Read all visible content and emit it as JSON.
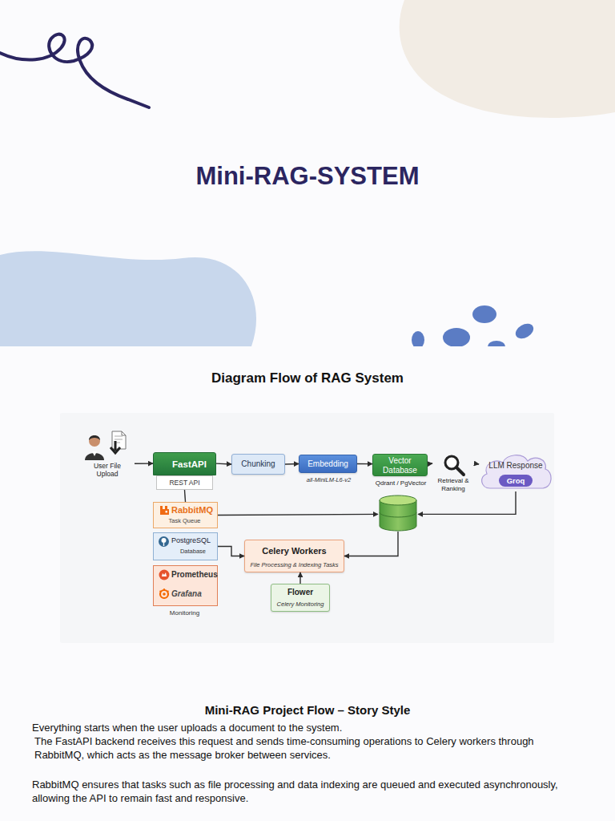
{
  "diagram": {
    "title": "Mini-RAG-SYSTEM",
    "nodes": [
      {
        "text": [
          "User File Upload"
        ]
      },
      {
        "text": [
          "FastAPI",
          "REST API"
        ]
      },
      {
        "text": [
          "Chunking"
        ]
      },
      {
        "text": [
          "Embedding",
          "all-MiniLM-L6-v2"
        ]
      },
      {
        "text": [
          "Vector Database",
          "Qdrant / PgVector"
        ]
      },
      {
        "text": [
          "Retrieval & Ranking"
        ]
      },
      {
        "text": [
          "LLM Response",
          "Groq"
        ]
      },
      {
        "text": [
          "RabbitMQ",
          "Task Queue"
        ]
      },
      {
        "text": []
      },
      {
        "text": [
          "PostgreSQL",
          "Database"
        ]
      },
      {
        "text": [
          "Celery Workers",
          "File Processing & Indexing Tasks"
        ]
      },
      {
        "text": [
          "Prometheus",
          "Grafana",
          "Monitoring"
        ]
      },
      {
        "text": [
          "Flower",
          "Celery Monitoring"
        ]
      }
    ],
    "edges": [
      {
        "from": 0,
        "to": 1,
        "arrow": "to"
      },
      {
        "from": 1,
        "to": 2,
        "arrow": "to"
      },
      {
        "from": 2,
        "to": 3,
        "arrow": "to"
      },
      {
        "from": 3,
        "to": 4,
        "arrow": "to"
      },
      {
        "from": 4,
        "to": 5,
        "arrow": "to"
      },
      {
        "from": 5,
        "to": 6,
        "arrow": "to"
      },
      {
        "from": 1,
        "to": 7,
        "arrow": "none"
      },
      {
        "from": 7,
        "to": 8,
        "arrow": "to"
      },
      {
        "from": 6,
        "to": 8,
        "arrow": "to"
      },
      {
        "from": 8,
        "to": 10,
        "arrow": "to"
      },
      {
        "from": 9,
        "to": 10,
        "arrow": "to"
      },
      {
        "from": 12,
        "to": 10,
        "arrow": "to"
      }
    ],
    "labels": [
      "Diagram Flow of RAG System",
      "Mini-RAG Project Flow – Story Style",
      "Everything starts when the user uploads a document to the system.",
      "The FastAPI backend receives this request and sends time-consuming operations to Celery workers through RabbitMQ, which acts as the message broker between services.",
      "RabbitMQ ensures that tasks such as file processing and data indexing are queued and executed asynchronously, allowing the API to remain fast and responsive."
    ]
  }
}
